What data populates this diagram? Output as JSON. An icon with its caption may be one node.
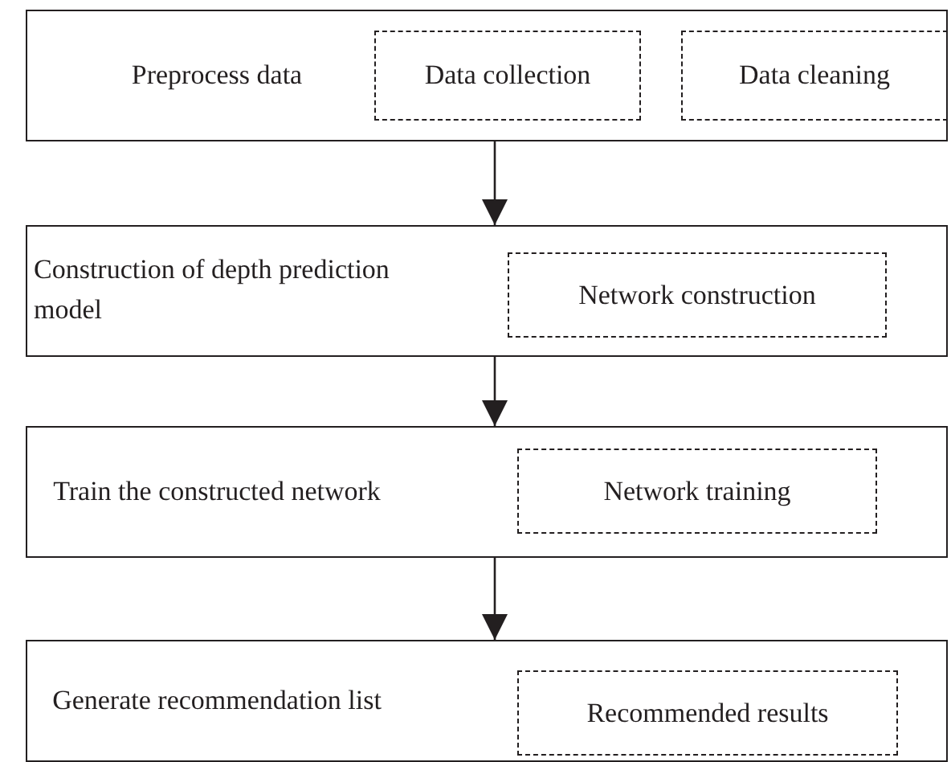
{
  "diagram": {
    "nodes": [
      {
        "text": [
          "Preprocess data"
        ]
      },
      {
        "text": [
          "Data collection"
        ],
        "in": 0
      },
      {
        "text": [
          "Data cleaning"
        ],
        "in": 0
      },
      {
        "text": [
          "Construction of depth prediction model"
        ]
      },
      {
        "text": [
          "Network construction"
        ],
        "in": 3
      },
      {
        "text": [
          "Train the constructed network"
        ]
      },
      {
        "text": [
          "Network training"
        ],
        "in": 5
      },
      {
        "text": [
          "Generate recommendation list"
        ]
      },
      {
        "text": [
          "Recommended results"
        ],
        "in": 7
      }
    ],
    "edges": [
      {
        "from": 0,
        "to": 3,
        "arrow": "to"
      },
      {
        "from": 3,
        "to": 5,
        "arrow": "to"
      },
      {
        "from": 5,
        "to": 7,
        "arrow": "to"
      }
    ]
  }
}
